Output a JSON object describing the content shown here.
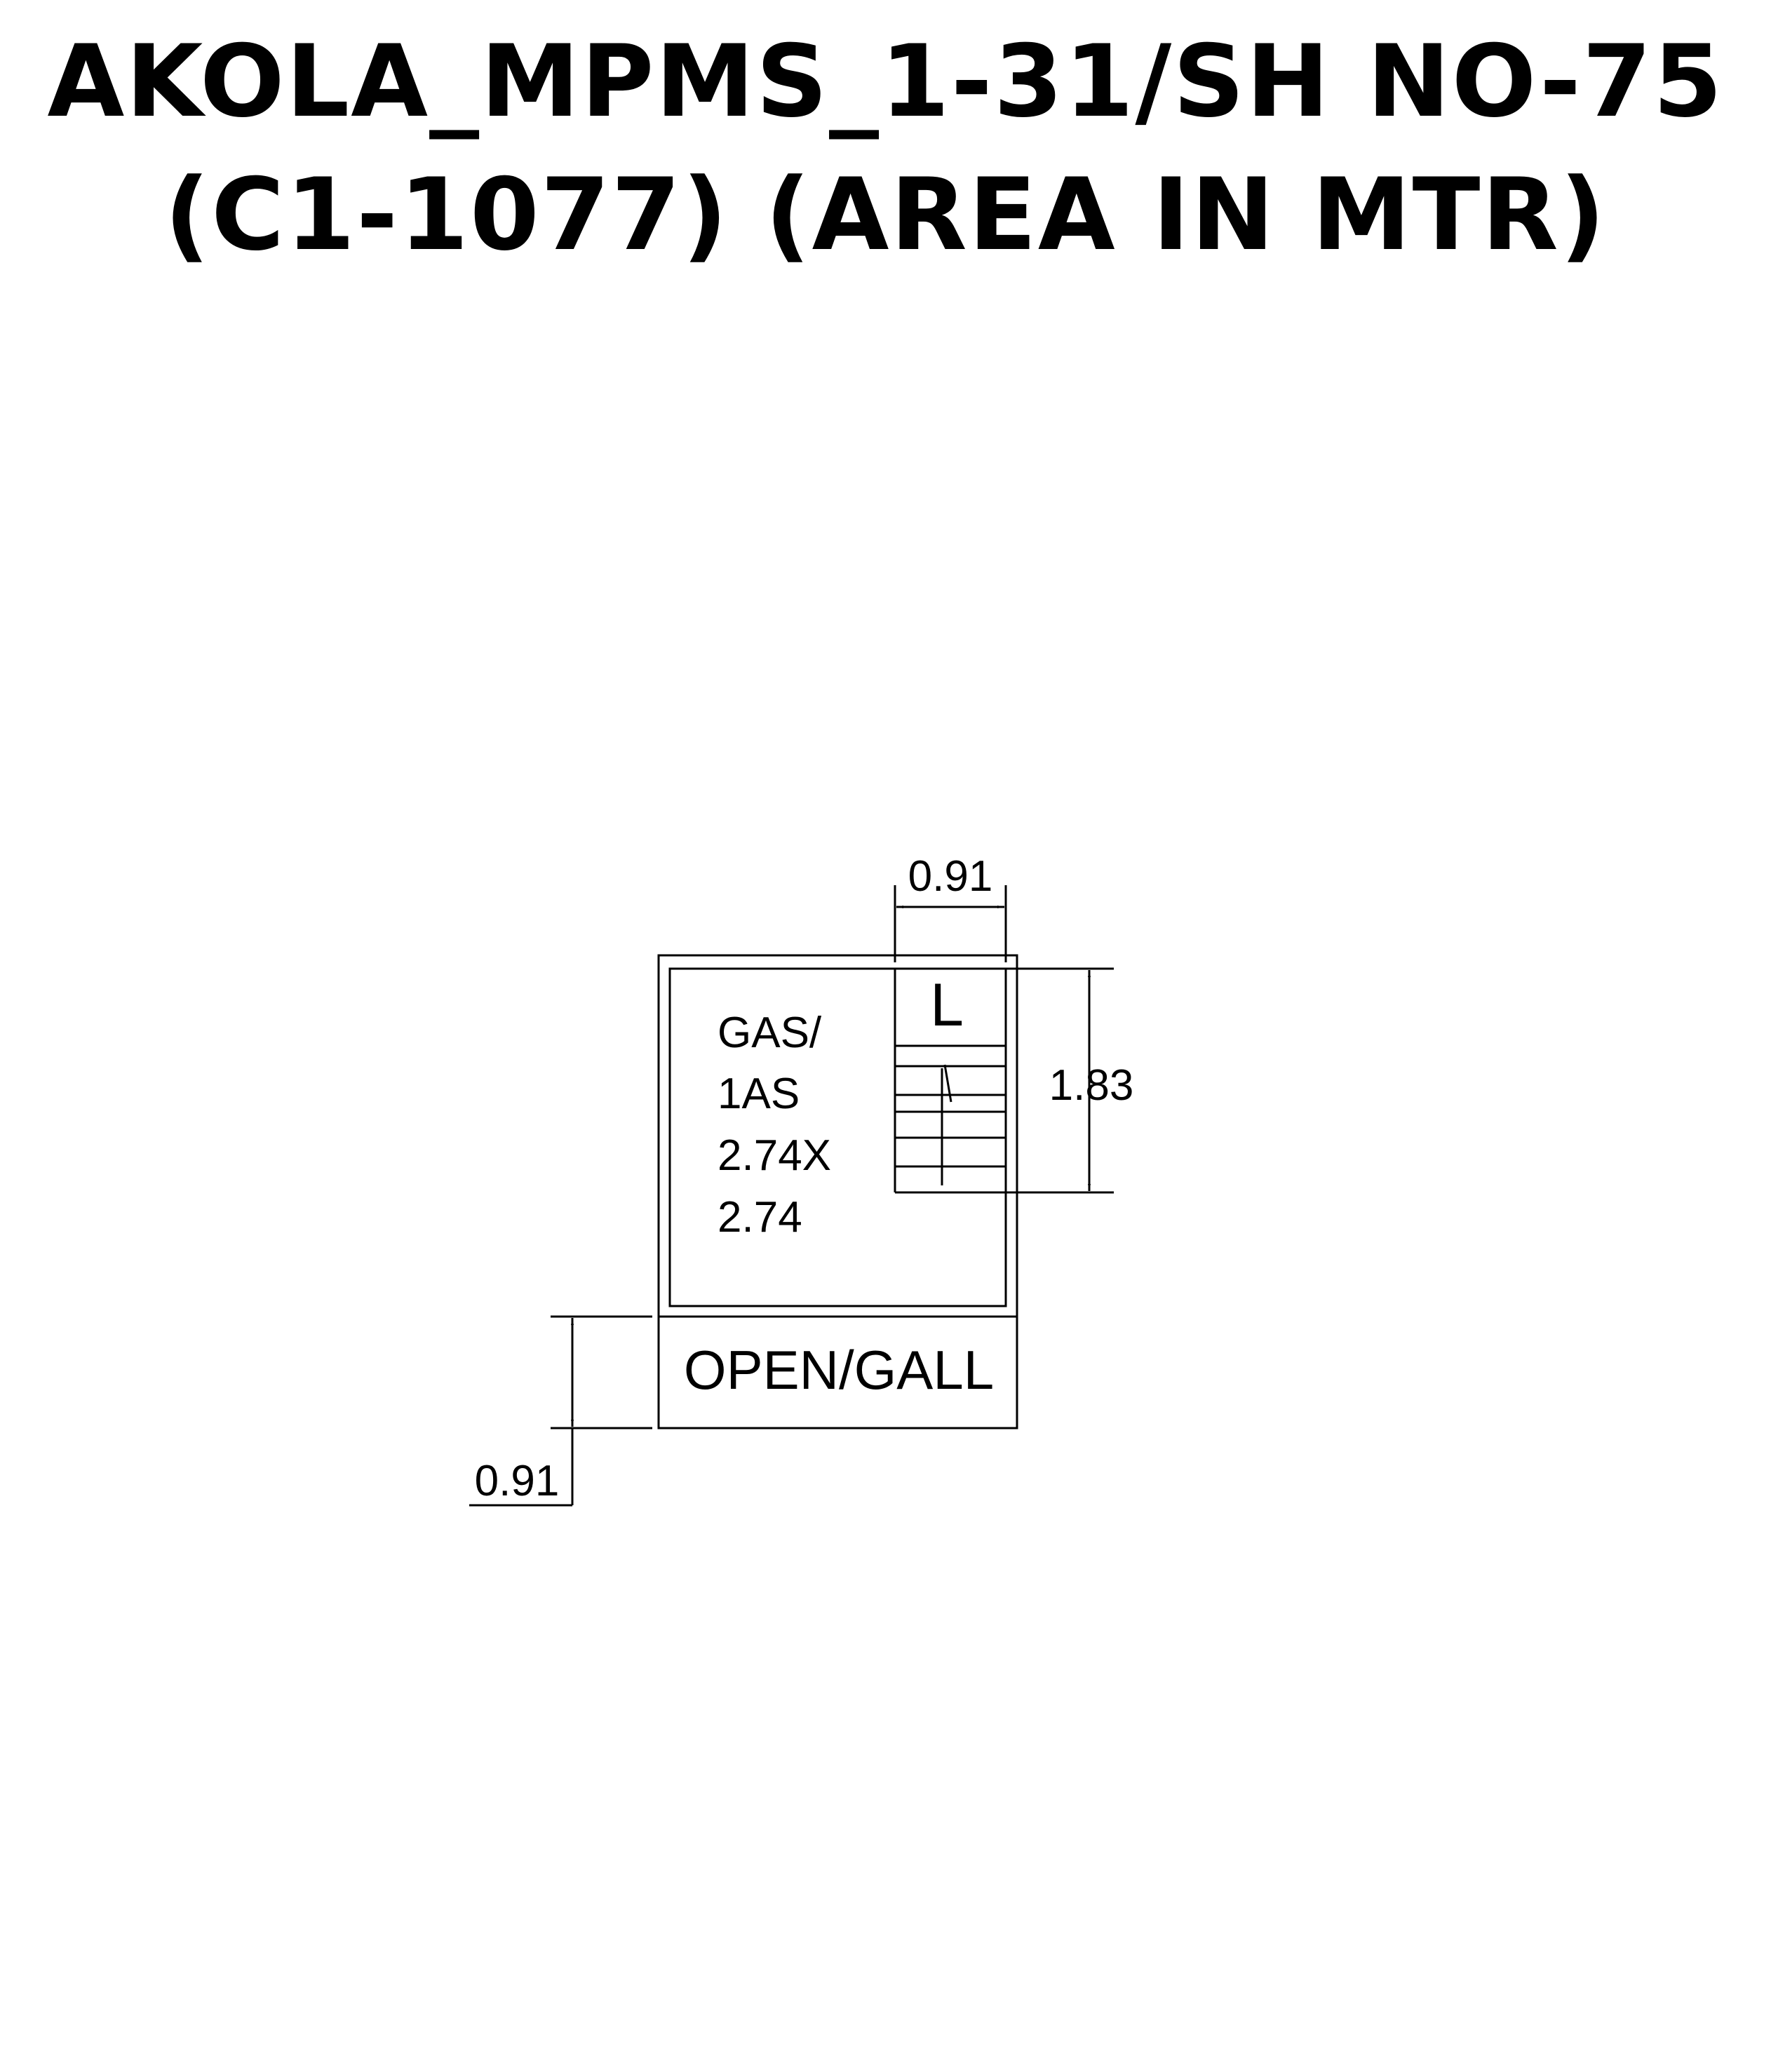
{
  "title": {
    "line1": "AKOLA_MPMS_1-31/SH NO-75",
    "line2": "(C1-1077) (AREA IN MTR)"
  },
  "plan": {
    "room_label": [
      "GAS/",
      "1AS",
      "2.74X",
      "2.74"
    ],
    "stair_label": "L",
    "gallery_label": "OPEN/GALL",
    "dimensions": {
      "stair_width": "0.91",
      "stair_length": "1.83",
      "gallery_depth": "0.91"
    }
  },
  "colors": {
    "line": "#000000",
    "background": "#ffffff"
  }
}
